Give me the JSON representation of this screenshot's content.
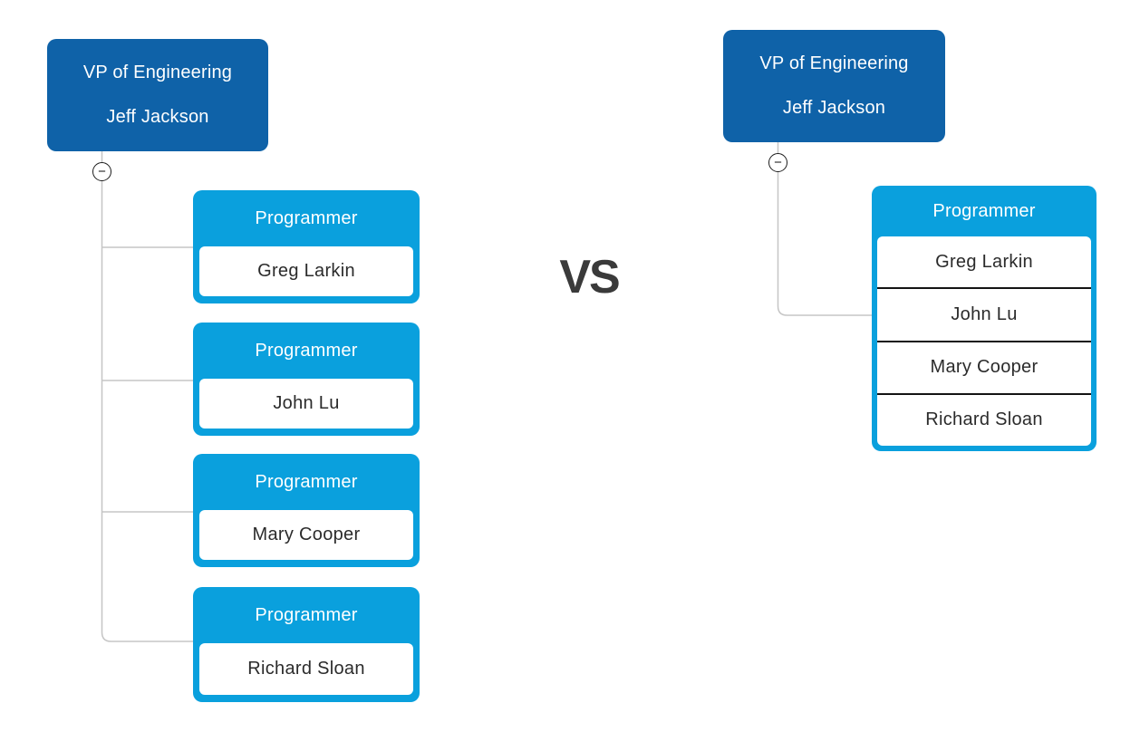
{
  "vs_label": "VS",
  "icons": {
    "collapse": "−"
  },
  "colors": {
    "dark_blue": "#0f62a8",
    "light_blue": "#0aa0dd",
    "connector": "#c5c5c5",
    "name_text": "#2b2b2b",
    "vs_text": "#3a3a3a"
  },
  "left_chart": {
    "root": {
      "title": "VP of Engineering",
      "name": "Jeff Jackson"
    },
    "children": [
      {
        "title": "Programmer",
        "name": "Greg Larkin"
      },
      {
        "title": "Programmer",
        "name": "John Lu"
      },
      {
        "title": "Programmer",
        "name": "Mary Cooper"
      },
      {
        "title": "Programmer",
        "name": "Richard Sloan"
      }
    ]
  },
  "right_chart": {
    "root": {
      "title": "VP of Engineering",
      "name": "Jeff Jackson"
    },
    "group": {
      "title": "Programmer",
      "members": [
        "Greg Larkin",
        "John Lu",
        "Mary Cooper",
        "Richard Sloan"
      ]
    }
  }
}
